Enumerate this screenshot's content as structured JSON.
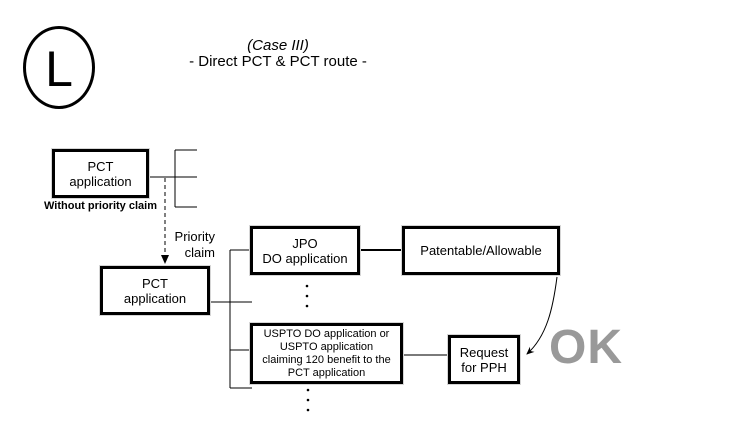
{
  "badge": {
    "letter": "L"
  },
  "title": {
    "case_label": "(Case III)",
    "route_label": "- Direct PCT & PCT route -"
  },
  "diagram": {
    "pct_app_1": {
      "label": "PCT\napplication",
      "note": "Without priority claim"
    },
    "priority_claim_label": "Priority\nclaim",
    "pct_app_2": {
      "label": "PCT\napplication"
    },
    "jpo_do": {
      "label": "JPO\nDO application"
    },
    "patentable": {
      "label": "Patentable/Allowable"
    },
    "uspto": {
      "label": "USPTO DO application or\nUSPTO application\nclaiming 120 benefit to the\nPCT application"
    },
    "request_pph": {
      "label": "Request\nfor PPH"
    },
    "ok_label": "OK"
  },
  "colors": {
    "line": "#000000",
    "box_border": "#000000",
    "ok_gray": "#999999",
    "uspto_connector_gray": "#7a7a7a"
  }
}
